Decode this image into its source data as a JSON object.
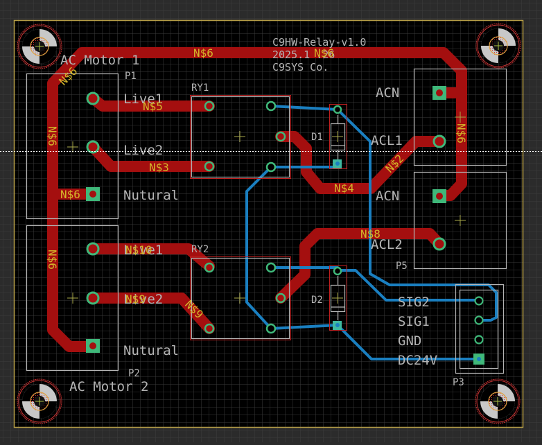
{
  "app": {
    "view": "PCB layout editor",
    "colors": {
      "background": "#2b2b2b",
      "board": "#000000",
      "grid": "#4a4a4a",
      "outline": "#b8a048",
      "top_copper": "#a40f0f",
      "bottom_copper": "#1a7fc0",
      "pad_ring": "#3fb87a",
      "silkscreen": "#b4b4b4",
      "net_label": "#d4b62a",
      "keepout": "#c83232"
    }
  },
  "board": {
    "title_lines": [
      "C9HW-Relay-v1.0",
      "2025.1 .26",
      "C9SYS Co."
    ],
    "title_overlay_net": "N$6"
  },
  "components": {
    "p1": {
      "ref": "P1",
      "value": "AC Motor 1",
      "pins": [
        "Live1",
        "Live2",
        "Nutural"
      ]
    },
    "p2": {
      "ref": "P2",
      "value": "AC Motor 2",
      "pins": [
        "Live1",
        "Live2",
        "Nutural"
      ]
    },
    "ry1": {
      "ref": "RY1"
    },
    "ry2": {
      "ref": "RY2"
    },
    "d1": {
      "ref": "D1"
    },
    "d2": {
      "ref": "D2"
    },
    "p5": {
      "ref": "P5",
      "pins": [
        "ACN",
        "ACL1",
        "ACN",
        "ACL2"
      ]
    },
    "p3": {
      "ref": "P3",
      "pins": [
        "SIG2",
        "SIG1",
        "GND",
        "DC24V"
      ]
    }
  },
  "nets": {
    "n6_top": "N$6",
    "n6_left": "N$6",
    "n6_left2": "N$6",
    "n6_diag": "N$6",
    "n6_pad": "N$6",
    "n6_right": "N$6",
    "n5": "N$5",
    "n3": "N$3",
    "n4": "N$4",
    "n2": "N$2",
    "n8": "N$8",
    "n10": "N$10",
    "n9_a": "N$9",
    "n9_b": "N$9"
  }
}
